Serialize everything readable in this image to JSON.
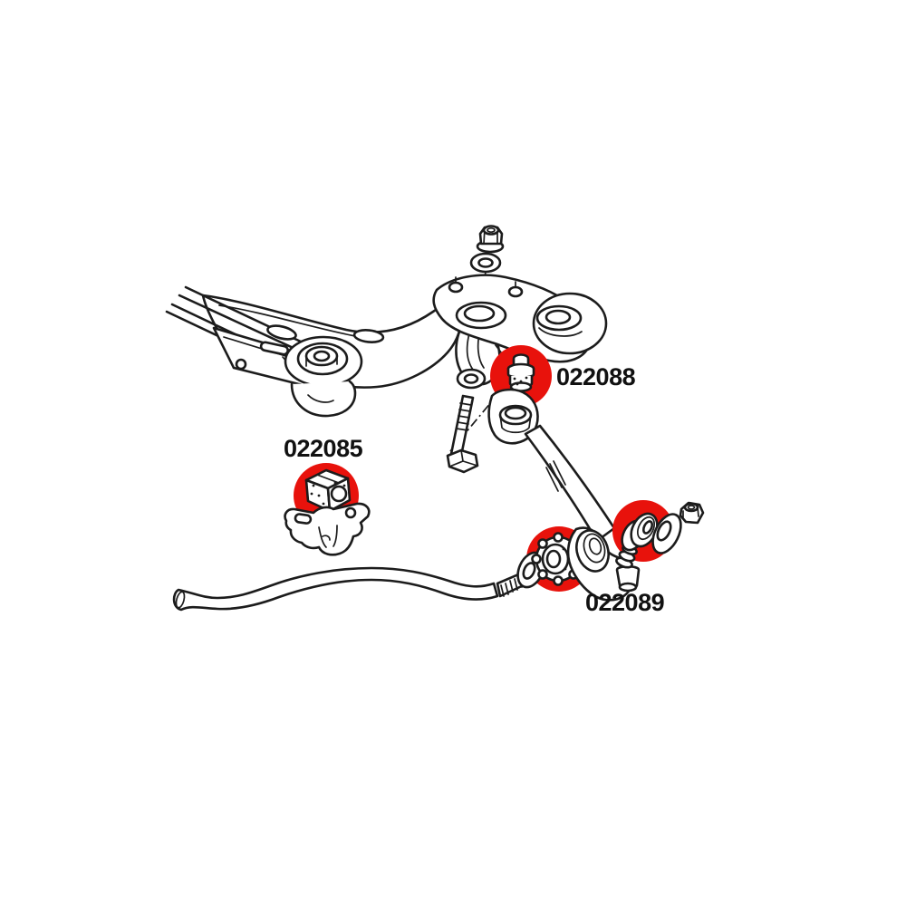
{
  "diagram": {
    "background_color": "#ffffff",
    "line_color": "#1c1c1c",
    "highlight_color": "#e8120c",
    "callouts": [
      {
        "label": "022088"
      },
      {
        "label": "022085"
      },
      {
        "label": "022089"
      }
    ]
  }
}
